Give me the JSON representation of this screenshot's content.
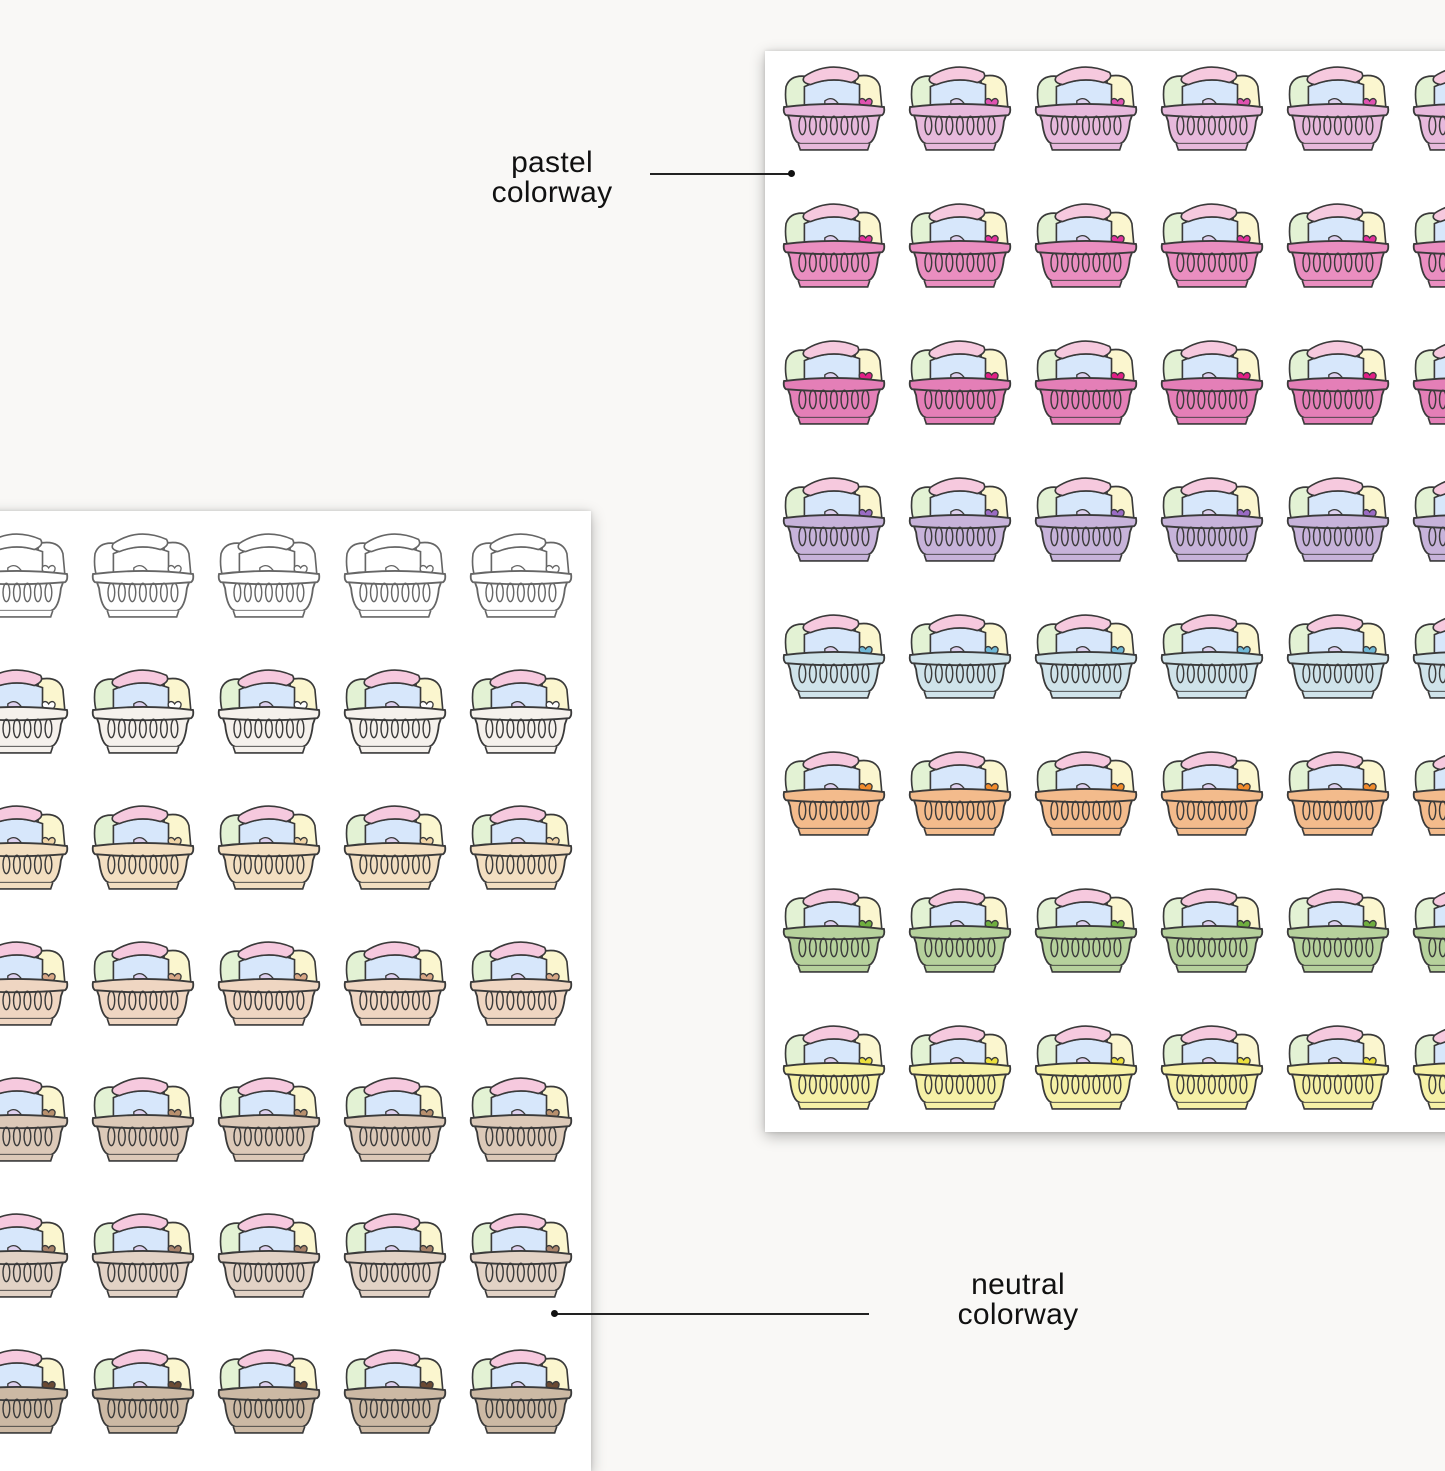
{
  "callouts": {
    "pastel": {
      "line1": "pastel",
      "line2": "colorway"
    },
    "neutral": {
      "line1": "neutral",
      "line2": "colorway"
    }
  },
  "sticker": {
    "icon": "laundry-basket-icon",
    "clothes_colors": {
      "pink": "#f6c9de",
      "green": "#e3f2d4",
      "yellow": "#fbf6cf",
      "blue": "#d7e7fb",
      "grey": "#b9b9bb",
      "lavender": "#ddd0ee"
    },
    "outline_color": "#3a3a3a"
  },
  "pastel_sheet": {
    "rows": [
      {
        "basket": "#e7b9dc",
        "heart": "#e052b1"
      },
      {
        "basket": "#ea8ec0",
        "heart": "#e2339c"
      },
      {
        "basket": "#e47fb7",
        "heart": "#e21f86"
      },
      {
        "basket": "#c7b3da",
        "heart": "#9a6bc4"
      },
      {
        "basket": "#cfe3ea",
        "heart": "#6fb8d6"
      },
      {
        "basket": "#f3bb8c",
        "heart": "#f28b2c"
      },
      {
        "basket": "#b6d19c",
        "heart": "#6fae3f"
      },
      {
        "basket": "#f6f1a6",
        "heart": "#ece03d"
      }
    ]
  },
  "neutral_sheet": {
    "rows": [
      {
        "basket": "#ffffff",
        "heart": "#ffffff",
        "mono": true
      },
      {
        "basket": "#f5f1ec",
        "heart": "#ffffff"
      },
      {
        "basket": "#f3dfc1",
        "heart": "#f0d4a6"
      },
      {
        "basket": "#efd6c2",
        "heart": "#d8a786"
      },
      {
        "basket": "#dcc9b8",
        "heart": "#b8906e"
      },
      {
        "basket": "#e2d2c5",
        "heart": "#a8826a"
      },
      {
        "basket": "#ccb9a4",
        "heart": "#6b4a33"
      }
    ]
  }
}
